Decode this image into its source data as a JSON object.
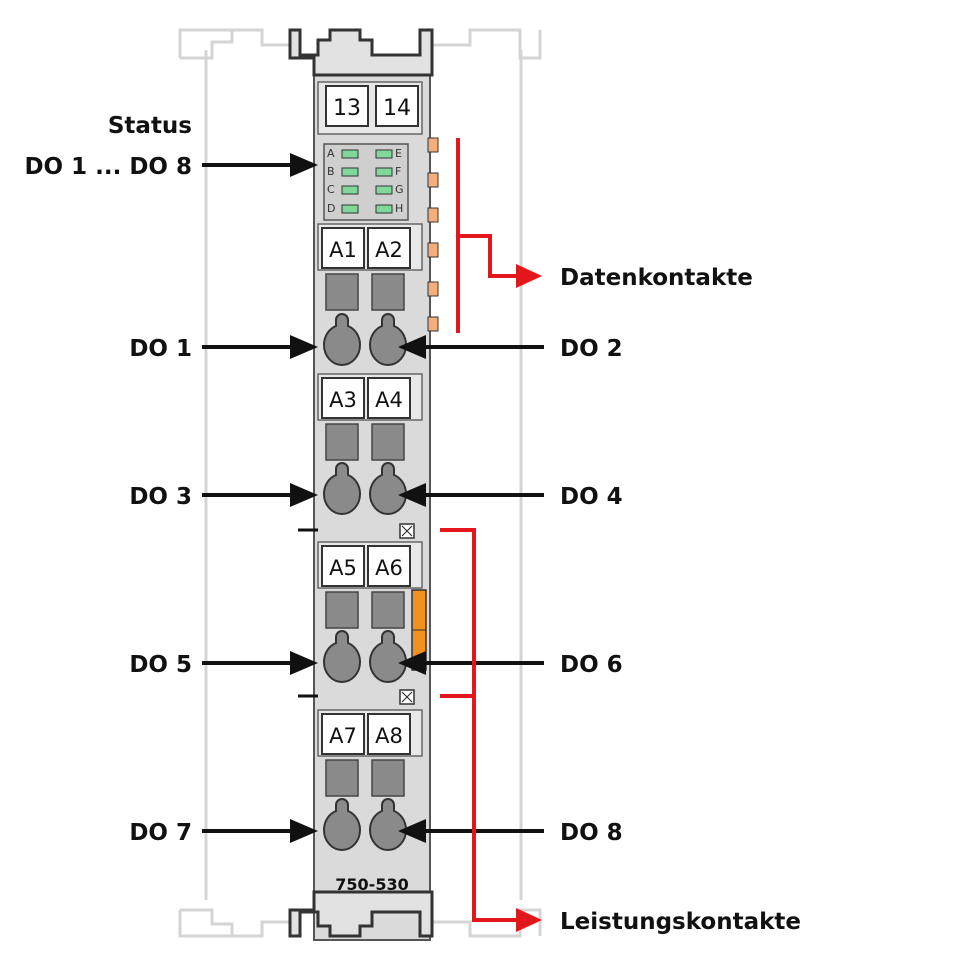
{
  "module": {
    "terminal_top": [
      "13",
      "14"
    ],
    "led_letters_left": [
      "A",
      "B",
      "C",
      "D"
    ],
    "led_letters_right": [
      "E",
      "F",
      "G",
      "H"
    ],
    "terminal_rows": [
      [
        "A1",
        "A2"
      ],
      [
        "A3",
        "A4"
      ],
      [
        "A5",
        "A6"
      ],
      [
        "A7",
        "A8"
      ]
    ],
    "part_number": "750-530"
  },
  "labels": {
    "status": "Status",
    "status_range": "DO 1 ... DO 8",
    "do_left": [
      "DO 1",
      "DO 3",
      "DO 5",
      "DO 7"
    ],
    "do_right": [
      "DO 2",
      "DO 4",
      "DO 6",
      "DO 8"
    ],
    "data_contacts": "Datenkontakte",
    "power_contacts": "Leistungskontakte"
  },
  "colors": {
    "module_body": "#dadada",
    "module_outline": "#555555",
    "rail": "#d6d6d6",
    "arrow_black": "#111111",
    "arrow_red": "#e3171b",
    "led_green": "#7fd89a",
    "data_contact_orange": "#f4ae7a",
    "power_contact_orange": "#f0901e"
  }
}
